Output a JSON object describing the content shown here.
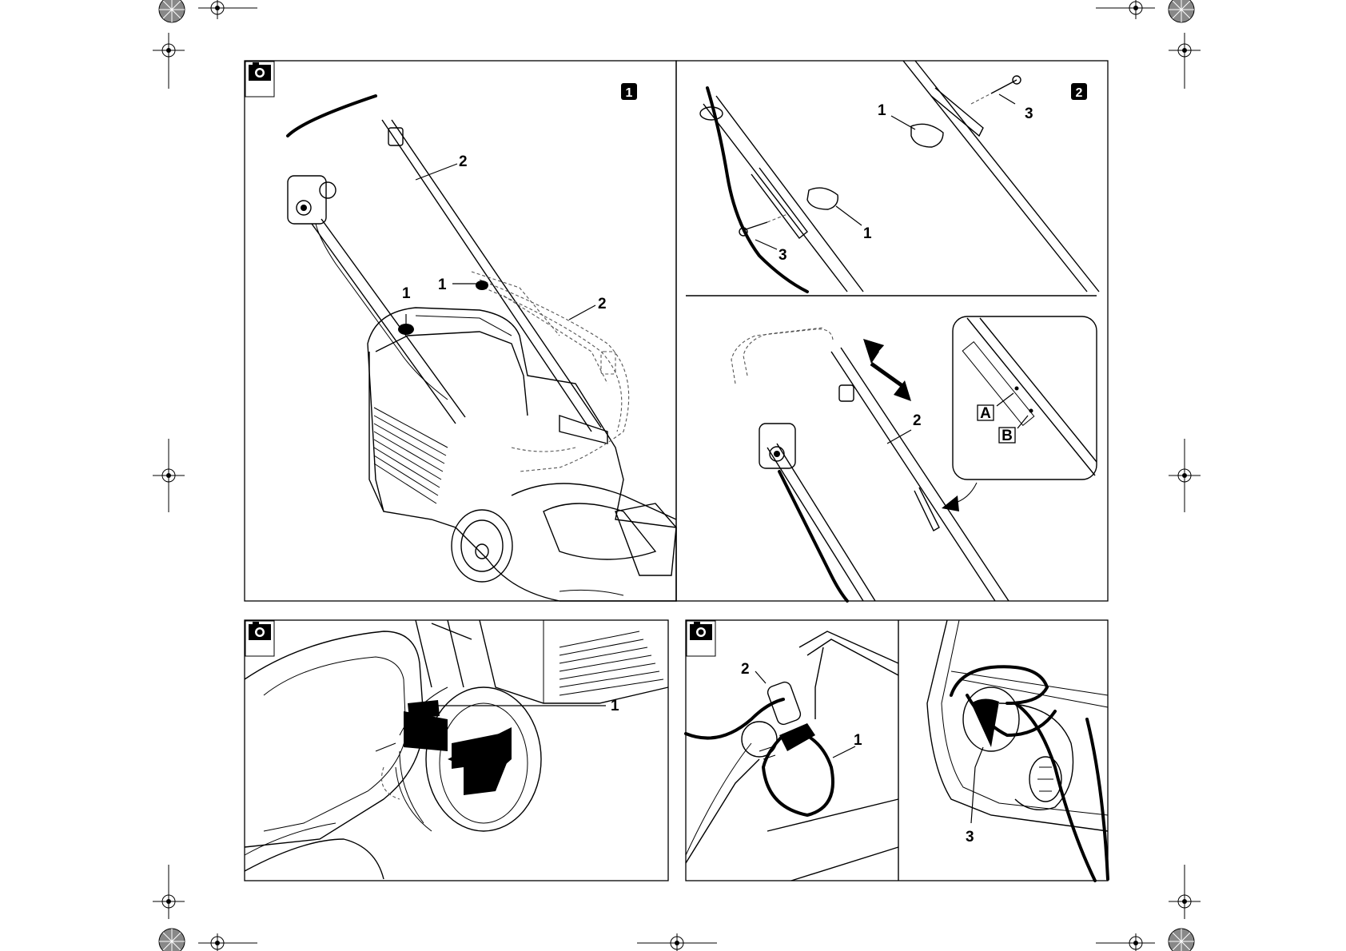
{
  "figure1": {
    "number_badge": "1",
    "callouts": [
      "1",
      "2",
      "1",
      "2"
    ]
  },
  "figure2": {
    "number_badge": "2",
    "top_callouts": [
      "1",
      "3",
      "1",
      "3"
    ],
    "bottom_callouts": [
      "2"
    ],
    "inset_labels": [
      "A",
      "B"
    ]
  },
  "figure3": {
    "callouts": [
      "1"
    ]
  },
  "figure4": {
    "callouts_left": [
      "2",
      "1"
    ],
    "callouts_right": [
      "3"
    ]
  },
  "icons": {
    "camera": "camera-icon",
    "registration_mark": "crosshair-registration-icon",
    "color_target": "starburst-target-icon"
  },
  "colors": {
    "ink": "#000000",
    "paper": "#ffffff",
    "dashed_outline": "#555555"
  }
}
